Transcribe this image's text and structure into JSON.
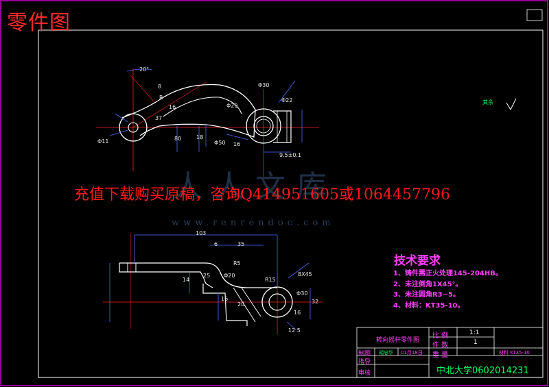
{
  "title": "零件图",
  "promo_text": "充值下载购买原稿，咨询Q414951605或1064457796",
  "watermark": {
    "url": "www.renrendoc.com",
    "logo": "人人文库"
  },
  "tech_requirements": {
    "heading": "技术要求",
    "items": [
      "1、铸件需正火处理145-204HB。",
      "2、未注倒角1X45°。",
      "3、未注圆角R3~5。",
      "4、材料：KT35-10。"
    ]
  },
  "title_block": {
    "part_name": "转向摇杆零件图",
    "scale_label": "比 例",
    "scale_value": "1:1",
    "qty_label": "件 数",
    "qty_value": "1",
    "weight_label": "重 量",
    "material": "材料 KT35-10",
    "drawn_label": "制图",
    "drawn_name": "胡忠华",
    "date": "01月18日",
    "designer_label": "指导",
    "reviewer_label": "审核",
    "school": "中北大学0602014231"
  },
  "dimensions": {
    "top_view": [
      "20°",
      "8",
      "R",
      "37",
      "16",
      "80",
      "Φ50",
      "Φ20",
      "9.5±0.1",
      "Φ22",
      "Φ30",
      "18",
      "16",
      "Φ11"
    ],
    "bottom_view": [
      "103",
      "6",
      "35",
      "R5",
      "25",
      "14",
      "Φ20",
      "16",
      "20",
      "Φ30",
      "16",
      "12.5",
      "32",
      "R15",
      "8X45"
    ]
  },
  "symbols": {
    "roughness_note": "其余"
  },
  "colors": {
    "frame": "#cc00cc",
    "outline": "#ffffff",
    "center": "#ff2020",
    "dim": "#4f6bff",
    "accent": "#ff40ff",
    "green": "#00ff60"
  }
}
